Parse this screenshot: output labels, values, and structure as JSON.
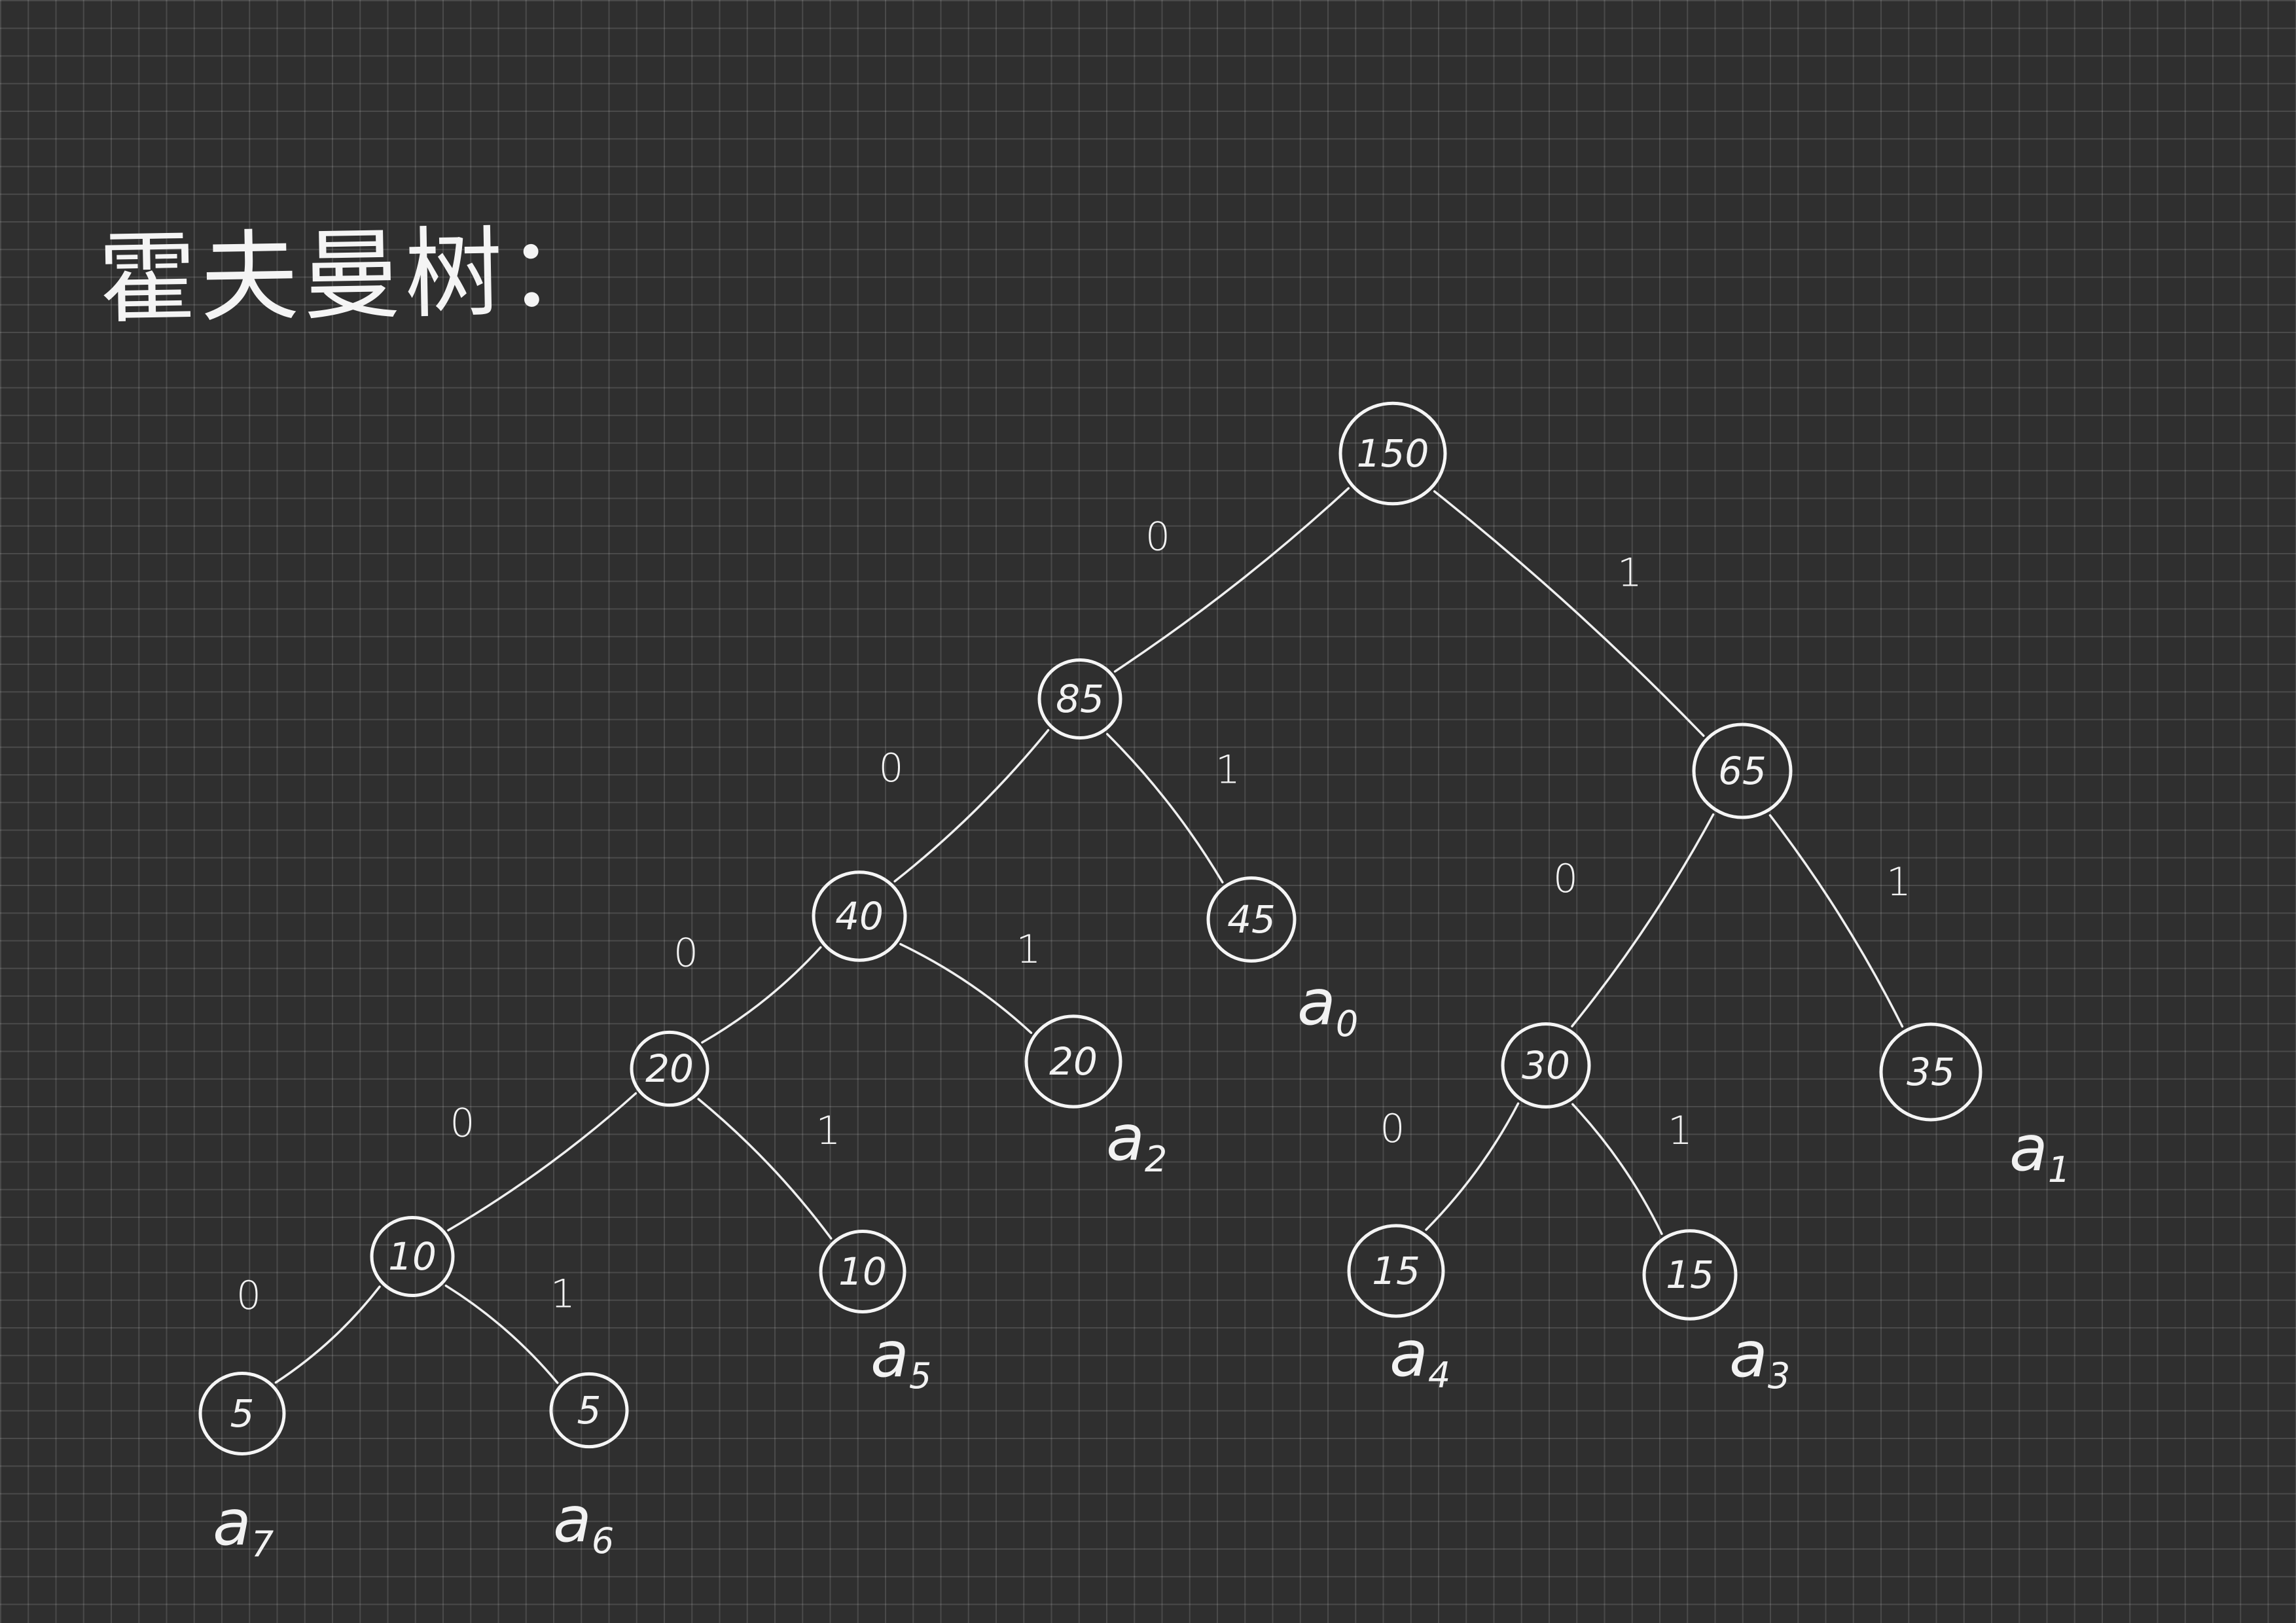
{
  "title": "霍夫曼树：",
  "colors": {
    "background": "#2f2f2f",
    "grid": "#4a4a4a",
    "ink": "#f2f2f2"
  },
  "tree": {
    "nodes": [
      {
        "id": "n150",
        "value": "150"
      },
      {
        "id": "n85",
        "value": "85"
      },
      {
        "id": "n65",
        "value": "65"
      },
      {
        "id": "n40",
        "value": "40"
      },
      {
        "id": "n45",
        "value": "45",
        "leaf": "a",
        "sub": "0"
      },
      {
        "id": "n30",
        "value": "30"
      },
      {
        "id": "n35",
        "value": "35",
        "leaf": "a",
        "sub": "1"
      },
      {
        "id": "n20a",
        "value": "20"
      },
      {
        "id": "n20b",
        "value": "20",
        "leaf": "a",
        "sub": "2"
      },
      {
        "id": "n15a",
        "value": "15",
        "leaf": "a",
        "sub": "4"
      },
      {
        "id": "n15b",
        "value": "15",
        "leaf": "a",
        "sub": "3"
      },
      {
        "id": "n10a",
        "value": "10"
      },
      {
        "id": "n10b",
        "value": "10",
        "leaf": "a",
        "sub": "5"
      },
      {
        "id": "n5a",
        "value": "5",
        "leaf": "a",
        "sub": "7"
      },
      {
        "id": "n5b",
        "value": "5",
        "leaf": "a",
        "sub": "6"
      }
    ],
    "edges": [
      {
        "from": "n150",
        "to": "n85",
        "bit": "0"
      },
      {
        "from": "n150",
        "to": "n65",
        "bit": "1"
      },
      {
        "from": "n85",
        "to": "n40",
        "bit": "0"
      },
      {
        "from": "n85",
        "to": "n45",
        "bit": "1"
      },
      {
        "from": "n65",
        "to": "n30",
        "bit": "0"
      },
      {
        "from": "n65",
        "to": "n35",
        "bit": "1"
      },
      {
        "from": "n40",
        "to": "n20a",
        "bit": "0"
      },
      {
        "from": "n40",
        "to": "n20b",
        "bit": "1"
      },
      {
        "from": "n30",
        "to": "n15a",
        "bit": "0"
      },
      {
        "from": "n30",
        "to": "n15b",
        "bit": "1"
      },
      {
        "from": "n20a",
        "to": "n10a",
        "bit": "0"
      },
      {
        "from": "n20a",
        "to": "n10b",
        "bit": "1"
      },
      {
        "from": "n10a",
        "to": "n5a",
        "bit": "0"
      },
      {
        "from": "n10a",
        "to": "n5b",
        "bit": "1"
      }
    ]
  }
}
